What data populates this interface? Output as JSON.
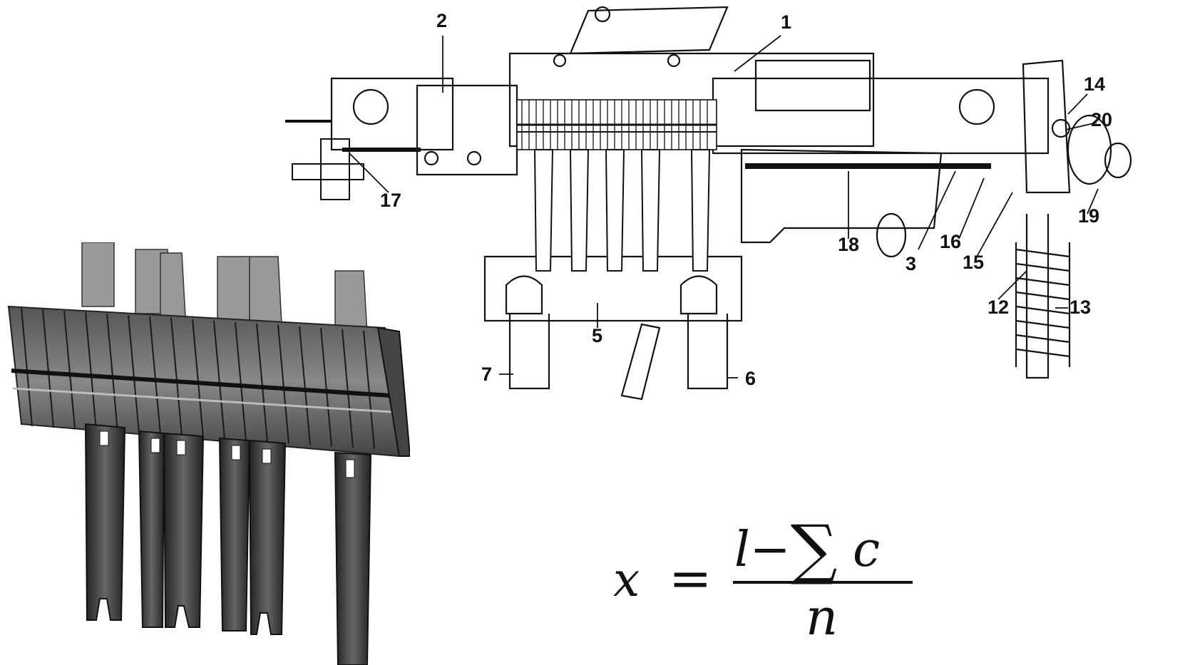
{
  "callouts": [
    {
      "id": "1",
      "text": "1"
    },
    {
      "id": "2",
      "text": "2"
    },
    {
      "id": "3",
      "text": "3"
    },
    {
      "id": "5",
      "text": "5"
    },
    {
      "id": "6",
      "text": "6"
    },
    {
      "id": "7",
      "text": "7"
    },
    {
      "id": "12",
      "text": "12"
    },
    {
      "id": "13",
      "text": "13"
    },
    {
      "id": "14",
      "text": "14"
    },
    {
      "id": "15",
      "text": "15"
    },
    {
      "id": "16",
      "text": "16"
    },
    {
      "id": "17",
      "text": "17"
    },
    {
      "id": "18",
      "text": "18"
    },
    {
      "id": "19",
      "text": "19"
    },
    {
      "id": "20",
      "text": "20"
    }
  ],
  "formula": {
    "lhs": "x",
    "equals": "=",
    "numerator_l": "l",
    "minus": "−",
    "sigma": "∑",
    "numerator_c": "c",
    "denominator": "n"
  },
  "colors": {
    "ink": "#111111",
    "metal_dark": "#2a2a2a",
    "metal_mid": "#777777",
    "paper": "#ffffff"
  }
}
